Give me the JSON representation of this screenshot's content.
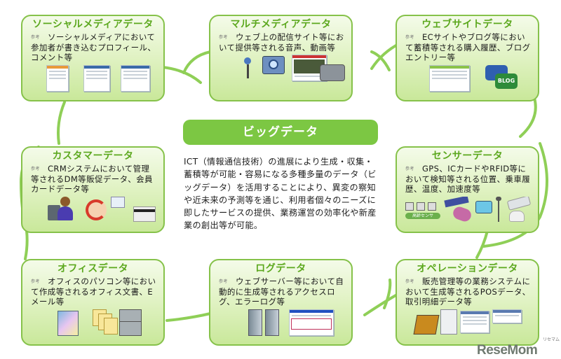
{
  "center": {
    "title": "ビッグデータ",
    "description": "ICT（情報通信技術）の進展により生成・収集・蓄積等が可能・容易になる多種多量のデータ（ビッグデータ）を活用することにより、異変の察知や近未来の予測等を通じ、利用者個々のニーズに即したサービスの提供、業務運営の効率化や新産業の創出等が可能。"
  },
  "cards": [
    {
      "title": "ソーシャルメディアデータ",
      "description": "ソーシャルメディアにおいて参加者が書き込むプロフィール、コメント等",
      "icon": "social-media-screenshots"
    },
    {
      "title": "マルチメディアデータ",
      "description": "ウェブ上の配信サイト等において提供等される音声、動画等",
      "icon": "media-devices"
    },
    {
      "title": "ウェブサイトデータ",
      "description": "ECサイトやブログ等において蓄積等される購入履歴、ブログエントリー等",
      "icon": "website-blog"
    },
    {
      "title": "カスタマーデータ",
      "description": "CRMシステムにおいて管理等されるDM等販促データ、会員カードデータ等",
      "icon": "customer-crm"
    },
    {
      "title": "センサーデータ",
      "description": "GPS、ICカードやRFID等において検知等される位置、乗車履歴、温度、加速度等",
      "icon": "sensors"
    },
    {
      "title": "オフィスデータ",
      "description": "オフィスのパソコン等において作成等されるオフィス文書、Eメール等",
      "icon": "office-documents"
    },
    {
      "title": "ログデータ",
      "description": "ウェブサーバー等において自動的に生成等されるアクセスログ、エラーログ等",
      "icon": "server-logs"
    },
    {
      "title": "オペレーションデータ",
      "description": "販売管理等の業務システムにおいて生成等されるPOSデータ、取引明細データ等",
      "icon": "pos-operations"
    }
  ],
  "bullet_label": "参考",
  "blog_label": "BLOG",
  "sensor_label": "高齢センサ",
  "watermark": "ReseMom",
  "watermark_kana": "リセマム",
  "colors": {
    "accent": "#7cc743",
    "title_green": "#5ca81e",
    "border": "#86c24a",
    "connector": "#8fcf57"
  }
}
